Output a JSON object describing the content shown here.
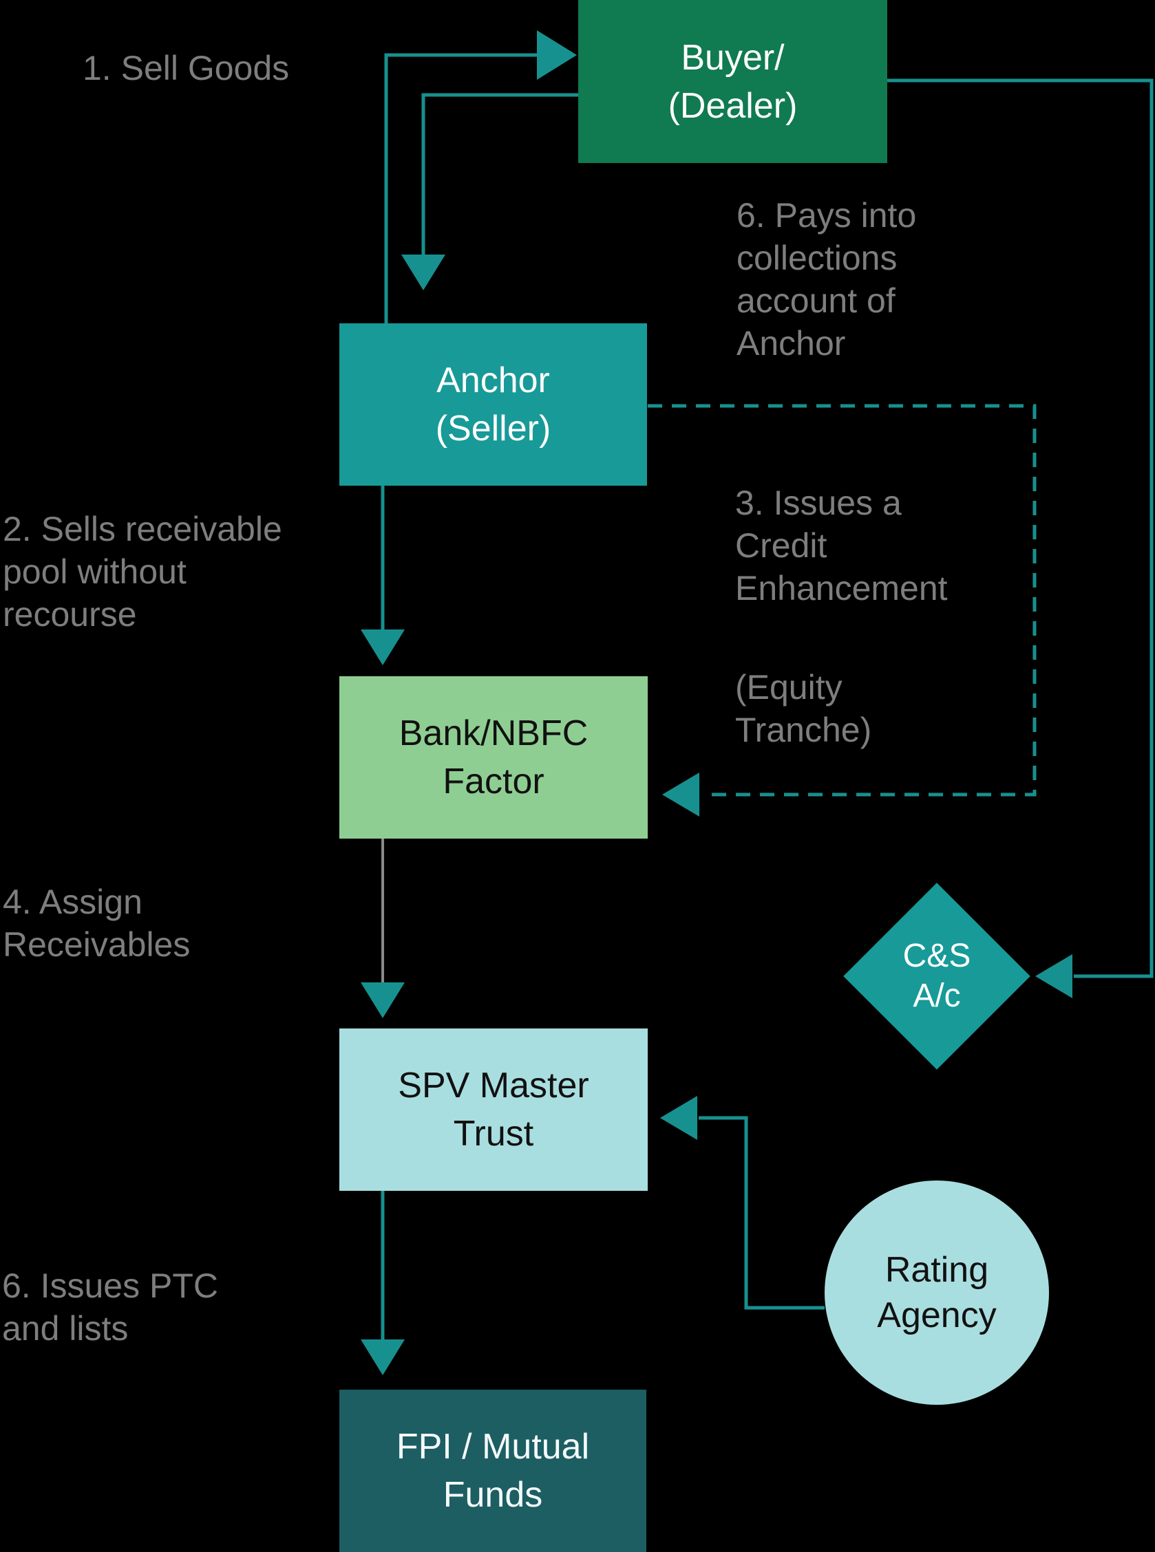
{
  "colors": {
    "background": "#000000",
    "buyer_green": "#107a50",
    "anchor_teal": "#189a98",
    "light_green": "#8fce92",
    "light_blue": "#a9dee0",
    "dark_teal": "#1d5e63",
    "line_teal": "#17918f",
    "gray_line": "#8a8a8a",
    "gray_text": "#7e7e7e"
  },
  "nodes": {
    "buyer": {
      "label": "Buyer/\n(Dealer)"
    },
    "anchor": {
      "label": "Anchor\n(Seller)"
    },
    "bank": {
      "label": "Bank/NBFC\nFactor"
    },
    "spv": {
      "label": "SPV Master\nTrust"
    },
    "fpi": {
      "label": "FPI / Mutual\nFunds"
    },
    "cs_account": {
      "label": "C&S\nA/c"
    },
    "rating_agency": {
      "label": "Rating\nAgency"
    }
  },
  "annotations": {
    "sell_goods": "1. Sell Goods",
    "pays_into": "6. Pays into\ncollections\naccount of\nAnchor",
    "sells_receivable": "2. Sells receivable\npool without\nrecourse",
    "issues_credit": "3. Issues a\nCredit\nEnhancement",
    "equity_tranche": "(Equity\nTranche)",
    "assign_receivables": "4. Assign\nReceivables",
    "issues_ptc": "6. Issues PTC\nand lists"
  }
}
